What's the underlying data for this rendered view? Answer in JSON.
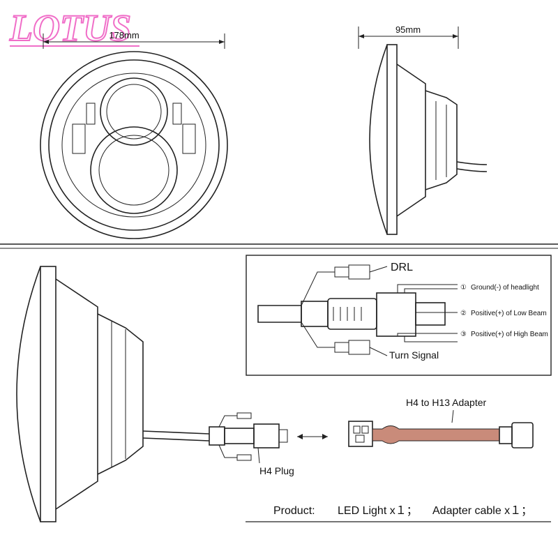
{
  "logo": {
    "text": "LOTUS",
    "color": "#f06ec8"
  },
  "dimensions": {
    "front_width": "178mm",
    "side_depth": "95mm"
  },
  "wiring": {
    "drl_label": "DRL",
    "turn_signal_label": "Turn Signal",
    "pins": [
      {
        "marker": "①",
        "text": "Ground(-) of  headlight"
      },
      {
        "marker": "②",
        "text": "Positive(+) of  Low Beam"
      },
      {
        "marker": "③",
        "text": "Positive(+) of  High Beam"
      }
    ]
  },
  "adapter": {
    "title": "H4 to H13 Adapter",
    "adapter_color": "#c98b7a"
  },
  "plug": {
    "label": "H4 Plug"
  },
  "product": {
    "prefix": "Product:",
    "item1": "LED Light x１；",
    "item2": "Adapter cable x１；"
  }
}
